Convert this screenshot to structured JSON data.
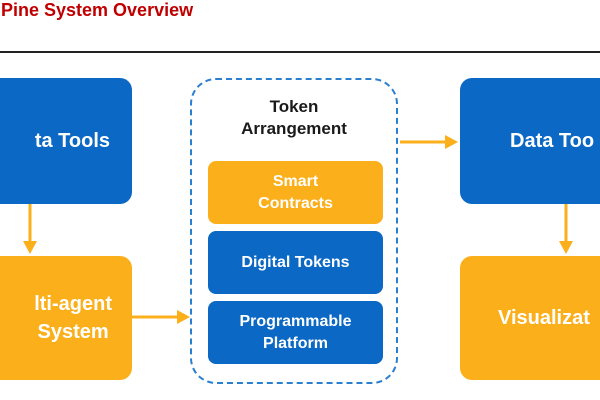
{
  "header": {
    "title": "t Pine System Overview"
  },
  "left": {
    "top_box_label": "ta Tools",
    "bottom_box_label_line1": "lti-agent",
    "bottom_box_label_line2": "System"
  },
  "middle": {
    "group_title_line1": "Token",
    "group_title_line2": "Arrangement",
    "items": [
      {
        "line1": "Smart",
        "line2": "Contracts"
      },
      {
        "line1": "Digital Tokens",
        "line2": ""
      },
      {
        "line1": "Programmable",
        "line2": "Platform"
      }
    ]
  },
  "right": {
    "top_box_label": "Data Too",
    "bottom_box_label": "Visualizat"
  },
  "colors": {
    "blue": "#0b68c4",
    "orange": "#fbaf1b",
    "dashed_border": "#2a7fce",
    "title_red": "#c00000"
  }
}
